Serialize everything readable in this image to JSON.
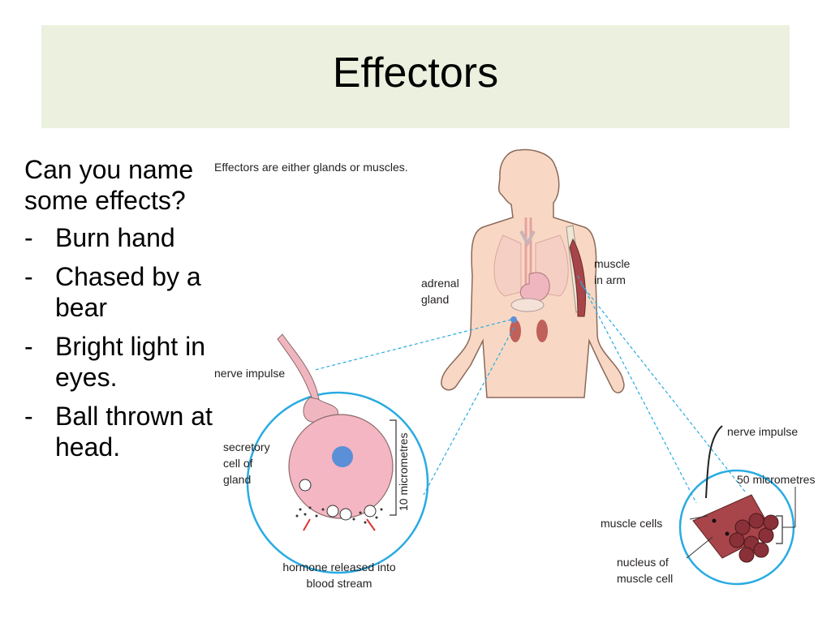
{
  "slide": {
    "title": "Effectors",
    "question": "Can you name some effects?",
    "bullets": [
      "Burn hand",
      "Chased by a bear",
      "Bright light in eyes.",
      "Ball thrown at head."
    ],
    "bullet_marker": "-"
  },
  "diagram": {
    "caption": "Effectors are either glands or muscles.",
    "labels": {
      "adrenal_1": "adrenal",
      "adrenal_2": "gland",
      "muscle_arm_1": "muscle",
      "muscle_arm_2": "in arm",
      "nerve_impulse_left": "nerve impulse",
      "secretory_1": "secretory",
      "secretory_2": "cell of",
      "secretory_3": "gland",
      "ten_micrometres": "10 micrometres",
      "hormone_1": "hormone released into",
      "hormone_2": "blood stream",
      "nerve_impulse_right": "nerve impulse",
      "fifty_micrometres": "50 micrometres",
      "muscle_cells": "muscle cells",
      "nucleus_1": "nucleus of",
      "nucleus_2": "muscle cell"
    }
  },
  "colors": {
    "title_band": "#ebf1de",
    "skin": "#f8d8c4",
    "skin_outline": "#8a6a5a",
    "gland_cell": "#f4b6c2",
    "nucleus": "#5b8fd8",
    "circle_outline": "#29abe2",
    "muscle": "#a8454a",
    "kidney": "#c0605a"
  }
}
